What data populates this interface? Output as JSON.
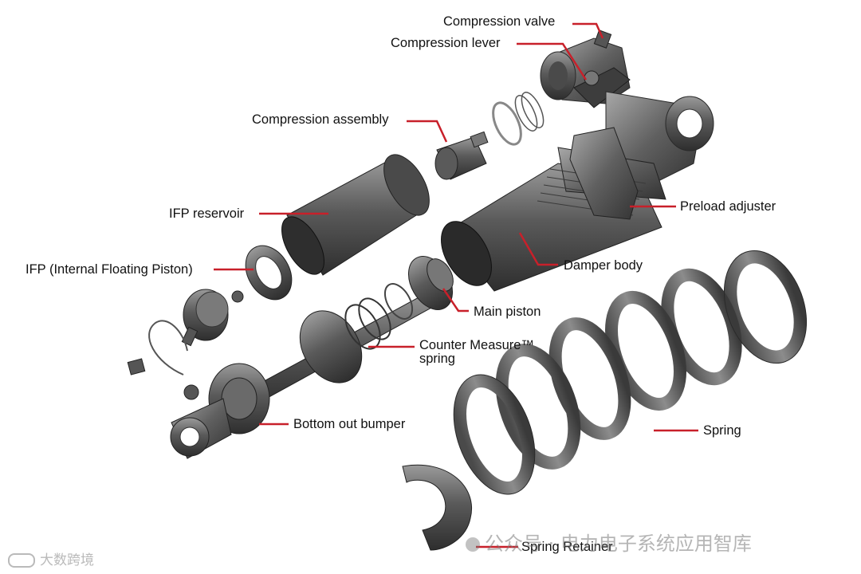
{
  "labels": {
    "compression_valve": "Compression valve",
    "compression_lever": "Compression lever",
    "compression_assembly": "Compression assembly",
    "ifp_reservoir": "IFP reservoir",
    "preload_adjuster": "Preload adjuster",
    "ifp": "IFP (Internal Floating Piston)",
    "damper_body": "Damper body",
    "main_piston": "Main piston",
    "counter_measure_line1": "Counter Measure™",
    "counter_measure_line2": "spring",
    "bottom_out_bumper": "Bottom out bumper",
    "spring": "Spring",
    "spring_retainer": "Spring Retainer"
  },
  "watermarks": {
    "wechat": "公众号 · 电力电子系统应用智库",
    "corner": "大数跨境"
  },
  "colors": {
    "leader_line": "#c8202a",
    "part_dark": "#3a3a3a",
    "part_mid": "#6a6a6a",
    "part_light": "#9a9a9a",
    "text": "#111111"
  }
}
